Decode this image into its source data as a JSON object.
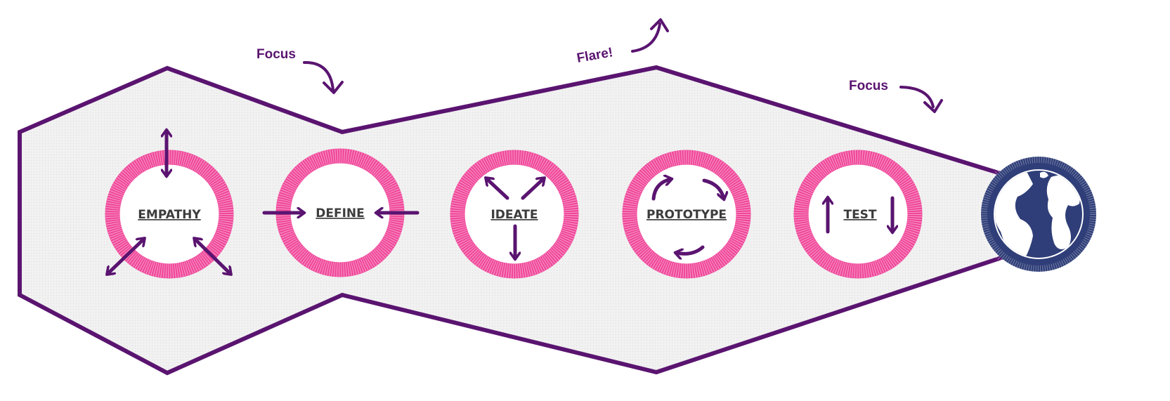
{
  "colors": {
    "outline": "#5a1470",
    "arrow": "#5a1470",
    "ring": "#f0479a",
    "globe_ring": "#2f3e78",
    "globe_land": "#ffffff",
    "shape_fill": "#eeeeee",
    "label_text": "#3c3c3c"
  },
  "annotations": {
    "focus_left": "Focus",
    "flare": "Flare!",
    "focus_right": "Focus"
  },
  "stages": [
    {
      "label": "EMPATHY",
      "icon": "arrows-up-downleft-downright"
    },
    {
      "label": "DEFINE",
      "icon": "arrows-converging-inward"
    },
    {
      "label": "IDEATE",
      "icon": "arrows-diverging-outward"
    },
    {
      "label": "PROTOTYPE",
      "icon": "arrows-cycle"
    },
    {
      "label": "TEST",
      "icon": "arrows-up-and-down"
    }
  ],
  "end_icon": "globe-icon"
}
